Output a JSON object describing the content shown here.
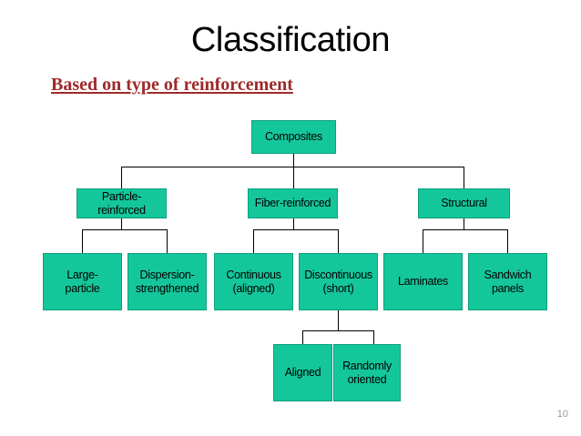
{
  "slide": {
    "title": "Classification",
    "subtitle": "Based on type of reinforcement",
    "page_number": "10",
    "colors": {
      "node_fill": "#14C79B",
      "node_border": "#0f9f7c",
      "title_text": "#000000",
      "subtitle_text": "#9E2A2A",
      "connector": "#000000",
      "page_number_text": "#9b9b9b",
      "background": "#ffffff"
    }
  },
  "chart_data": {
    "type": "diagram",
    "diagram_kind": "tree-hierarchy",
    "title": "Classification",
    "subtitle": "Based on type of reinforcement",
    "root": "Composites",
    "levels": [
      {
        "level": 1,
        "nodes": [
          "Composites"
        ]
      },
      {
        "level": 2,
        "nodes": [
          "Particle-reinforced",
          "Fiber-reinforced",
          "Structural"
        ]
      },
      {
        "level": 3,
        "nodes": [
          "Large-particle",
          "Dispersion-strengthened",
          "Continuous (aligned)",
          "Discontinuous (short)",
          "Laminates",
          "Sandwich panels"
        ]
      },
      {
        "level": 4,
        "nodes": [
          "Aligned",
          "Randomly oriented"
        ]
      }
    ],
    "edges": [
      {
        "from": "Composites",
        "to": "Particle-reinforced"
      },
      {
        "from": "Composites",
        "to": "Fiber-reinforced"
      },
      {
        "from": "Composites",
        "to": "Structural"
      },
      {
        "from": "Particle-reinforced",
        "to": "Large-particle"
      },
      {
        "from": "Particle-reinforced",
        "to": "Dispersion-strengthened"
      },
      {
        "from": "Fiber-reinforced",
        "to": "Continuous (aligned)"
      },
      {
        "from": "Fiber-reinforced",
        "to": "Discontinuous (short)"
      },
      {
        "from": "Structural",
        "to": "Laminates"
      },
      {
        "from": "Structural",
        "to": "Sandwich panels"
      },
      {
        "from": "Discontinuous (short)",
        "to": "Aligned"
      },
      {
        "from": "Discontinuous (short)",
        "to": "Randomly oriented"
      }
    ]
  },
  "nodes": {
    "composites": {
      "label": "Composites"
    },
    "particle_reinforced": {
      "label": "Particle-reinforced"
    },
    "fiber_reinforced": {
      "label": "Fiber-reinforced"
    },
    "structural": {
      "label": "Structural"
    },
    "large_particle": {
      "line1": "Large-",
      "line2": "particle"
    },
    "dispersion_strengthened": {
      "line1": "Dispersion-",
      "line2": "strengthened"
    },
    "continuous": {
      "line1": "Continuous",
      "line2": "(aligned)"
    },
    "discontinuous": {
      "line1": "Discontinuous",
      "line2": "(short)"
    },
    "laminates": {
      "label": "Laminates"
    },
    "sandwich_panels": {
      "line1": "Sandwich",
      "line2": "panels"
    },
    "aligned": {
      "label": "Aligned"
    },
    "randomly_oriented": {
      "line1": "Randomly",
      "line2": "oriented"
    }
  }
}
